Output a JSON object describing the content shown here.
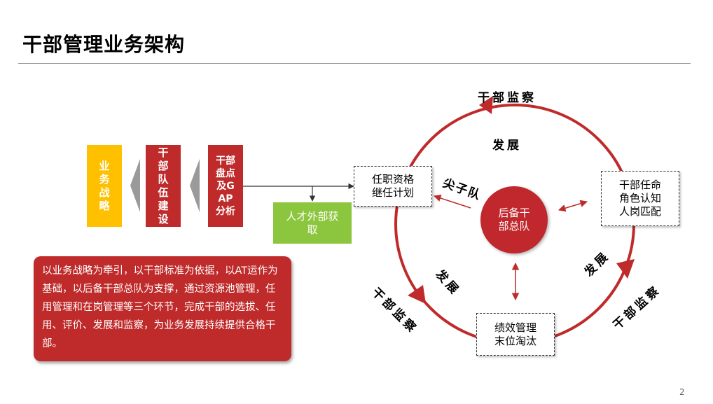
{
  "title": "干部管理业务架构",
  "left_flow": {
    "box1": "业务战略",
    "box2": "干部队伍建设",
    "box3": "干部盘点及GAP分析",
    "green_box": "人才外部获取"
  },
  "description": "以业务战略为牵引，以干部标准为依据，以AT运作为基础，以后备干部总队为支撑，通过资源池管理，任用管理和在岗管理等三个环节，完成干部的选拔、任用、评价、发展和监察，为业务发展持续提供合格干部。",
  "cycle": {
    "center": "后备干部总队",
    "box_top_left": "任职资格继任计划",
    "box_right": "干部任命角色认知人岗匹配",
    "box_bottom": "绩效管理末位淘汰",
    "label_top": "干部监察",
    "label_right": "干部监察",
    "label_left": "干部监察",
    "dev_top": "发展",
    "dev_right": "发展",
    "dev_left": "发展",
    "elite": "尖子队"
  },
  "colors": {
    "red": "#bf2a2a",
    "yellow": "#ffc000",
    "green": "#8cc63f",
    "gray": "#9a9a9a"
  },
  "page_number": "2"
}
